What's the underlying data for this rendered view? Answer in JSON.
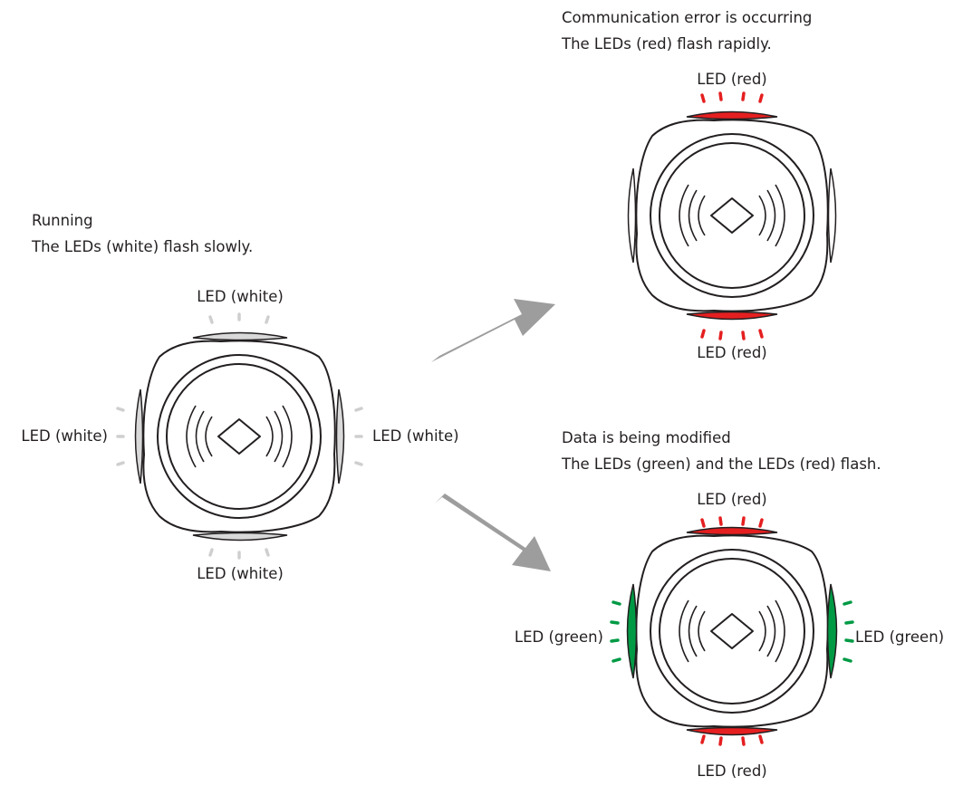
{
  "colors": {
    "outline": "#231f20",
    "white_led": "#d9d9d9",
    "red_led": "#e51f20",
    "green_led": "#009a44",
    "arrow": "#9d9d9d"
  },
  "running": {
    "title": "Running",
    "description": "The LEDs (white) flash slowly.",
    "led_top": "LED (white)",
    "led_left": "LED (white)",
    "led_right": "LED (white)",
    "led_bottom": "LED (white)"
  },
  "error": {
    "title": "Communication error is occurring",
    "description": "The LEDs (red) flash rapidly.",
    "led_top": "LED (red)",
    "led_bottom": "LED (red)"
  },
  "modifying": {
    "title": "Data is being modified",
    "description": "The LEDs (green) and the LEDs (red) flash.",
    "led_top": "LED (red)",
    "led_left": "LED (green)",
    "led_right": "LED (green)",
    "led_bottom": "LED (red)"
  }
}
